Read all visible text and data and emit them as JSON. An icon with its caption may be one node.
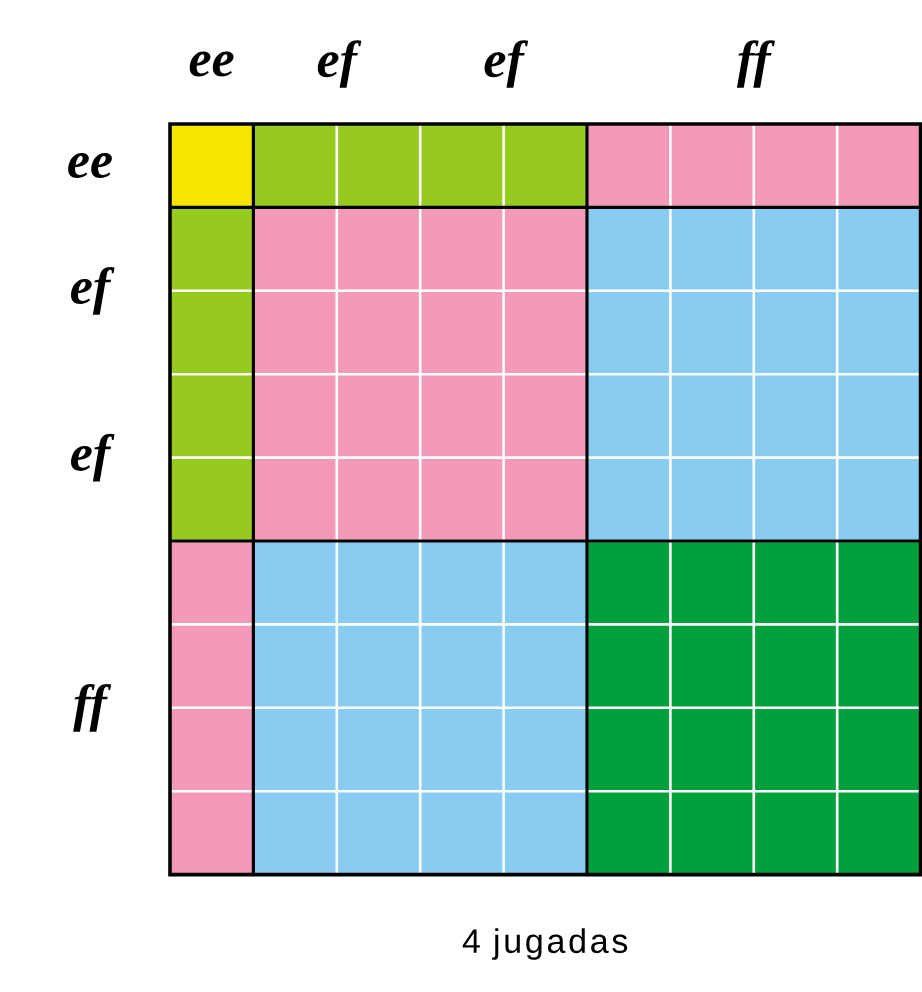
{
  "diagram": {
    "labels": [
      "ee",
      "ef",
      "ef",
      "ff",
      "ee",
      "ef",
      "ef",
      "ff",
      "4 jugadas"
    ]
  }
}
